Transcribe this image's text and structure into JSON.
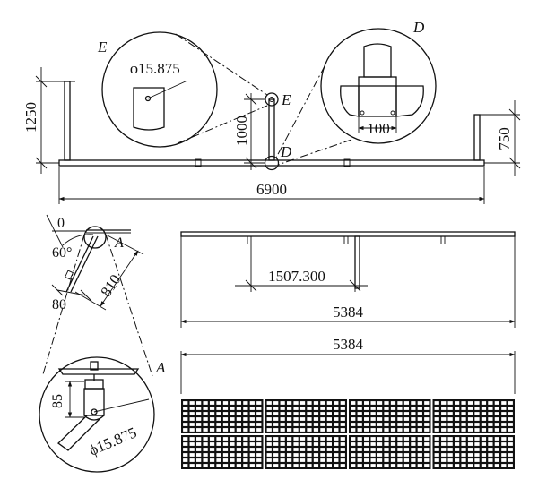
{
  "detail_labels": {
    "E": "E",
    "D": "D",
    "A": "A"
  },
  "dimensions": {
    "pipe_diameter_E": "ϕ15.875",
    "pipe_diameter_A": "ϕ15.875",
    "left_post_height": "1250",
    "center_post_height": "1000",
    "right_post_height": "750",
    "total_length": "6900",
    "detail_D_width": "100",
    "side_angle": "60°",
    "zero_mark": "0",
    "arm_length": "810",
    "base_offset": "80",
    "detail_A_height": "85",
    "offset_length": "1507.300",
    "panel_span_top": "5384",
    "panel_span_bottom": "5384"
  },
  "panel_array": {
    "panels_per_row": 4,
    "rows": 2,
    "cell_columns_per_panel": 12,
    "cell_rows_per_panel": 6
  }
}
